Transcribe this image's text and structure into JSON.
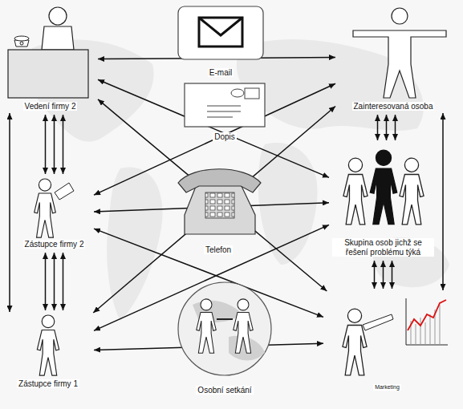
{
  "diagram": {
    "nodes": [
      {
        "text": [
          "Vedení firmy 2"
        ]
      },
      {
        "text": [
          "Zástupce firmy 2"
        ]
      },
      {
        "text": [
          "Zástupce firmy 1"
        ]
      },
      {
        "text": [
          "E-mail"
        ]
      },
      {
        "text": [
          "Dopis"
        ]
      },
      {
        "text": [
          "Telefon"
        ]
      },
      {
        "text": [
          "Osobní setkání"
        ]
      },
      {
        "text": [
          "Zainteresovaná osoba"
        ]
      },
      {
        "text": [
          "Skupina osob jichž se řešení problému týká"
        ]
      },
      {
        "text": [
          "Marketing"
        ]
      }
    ],
    "edges": [
      {
        "from": 0,
        "to": 1,
        "arrow": "both"
      },
      {
        "from": 1,
        "to": 2,
        "arrow": "both"
      },
      {
        "from": 0,
        "to": 2,
        "arrow": "both"
      },
      {
        "from": 7,
        "to": 8,
        "arrow": "both"
      },
      {
        "from": 8,
        "to": 9,
        "arrow": "both"
      },
      {
        "from": 7,
        "to": 9,
        "arrow": "both"
      },
      {
        "from": 0,
        "to": 7,
        "arrow": "both"
      },
      {
        "from": 0,
        "to": 8,
        "arrow": "both"
      },
      {
        "from": 0,
        "to": 9,
        "arrow": "both"
      },
      {
        "from": 1,
        "to": 7,
        "arrow": "both"
      },
      {
        "from": 1,
        "to": 8,
        "arrow": "both"
      },
      {
        "from": 1,
        "to": 9,
        "arrow": "both"
      },
      {
        "from": 2,
        "to": 7,
        "arrow": "both"
      },
      {
        "from": 2,
        "to": 8,
        "arrow": "both"
      },
      {
        "from": 2,
        "to": 9,
        "arrow": "both"
      }
    ]
  }
}
